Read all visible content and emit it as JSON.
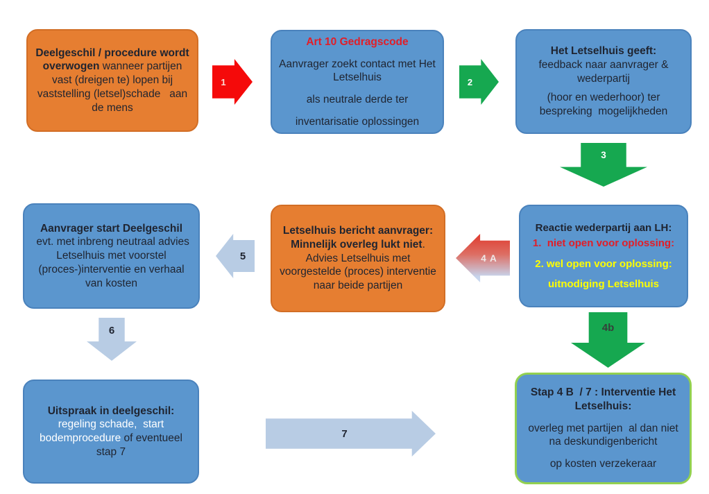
{
  "diagram_title": "Deelgeschil / Het Letselhuis procedure flowchart",
  "colors": {
    "box_orange": "#E67E31",
    "box_blue": "#5B96CE",
    "arrow_red": "#F50A0A",
    "arrow_green": "#16A850",
    "arrow_light_blue": "#B8CCE4",
    "arrow_gradient_top": "#E03A2E",
    "arrow_gradient_bottom": "#CBD9F1",
    "highlight_border_green": "#92D050",
    "text_red": "#E11E28",
    "text_yellow": "#FFFF00",
    "text_white": "#FFFFFF",
    "text_dark": "#1F2430"
  },
  "boxes": {
    "overweging": {
      "title": "Deelgeschil / procedure wordt overwogen",
      "body": " wanneer partijen vast (dreigen te) lopen bij vaststelling (letsel)schade   aan de mens"
    },
    "gedragscode": {
      "heading": "Art 10 Gedragscode",
      "line1": "Aanvrager zoekt contact met Het Letselhuis",
      "line2": "als neutrale derde ter",
      "line3": "inventarisatie oplossingen"
    },
    "letselhuis_geeft": {
      "title": "Het Letselhuis geeft:",
      "line1": "feedback naar aanvrager & wederpartij",
      "line2": "(hoor en wederhoor) ter bespreking  mogelijkheden"
    },
    "reactie_wederpartij": {
      "title": "Reactie wederpartij aan LH:",
      "item1": "1.  niet open voor oplossing:",
      "item2": "2. wel open voor oplossing:",
      "item3": "uitnodiging Letselhuis"
    },
    "start_deelgeschil": {
      "title": "Aanvrager start Deelgeschil",
      "body": " evt. met inbreng neutraal advies Letselhuis met voorstel (proces-)interventie en verhaal van kosten"
    },
    "letselhuis_bericht": {
      "title": "Letselhuis bericht aanvrager:  Minnelijk overleg lukt niet",
      "body": ". Advies Letselhuis met voorgestelde (proces) interventie naar beide partijen"
    },
    "uitspraak": {
      "title": "Uitspraak in deelgeschil:",
      "white_text": "regeling schade,  start bodemprocedure",
      "dark_text": " of eventueel stap 7"
    },
    "interventie": {
      "title": "Stap 4 B  / 7 : Interventie Het Letselhuis:",
      "line1": "overleg met partijen  al dan niet na deskundigenbericht",
      "line2": "op kosten verzekeraar"
    }
  },
  "arrows": {
    "step1": "1",
    "step2": "2",
    "step3": "3",
    "step4a": "4 A",
    "step4b": "4b",
    "step5": "5",
    "step6": "6",
    "step7": "7"
  }
}
